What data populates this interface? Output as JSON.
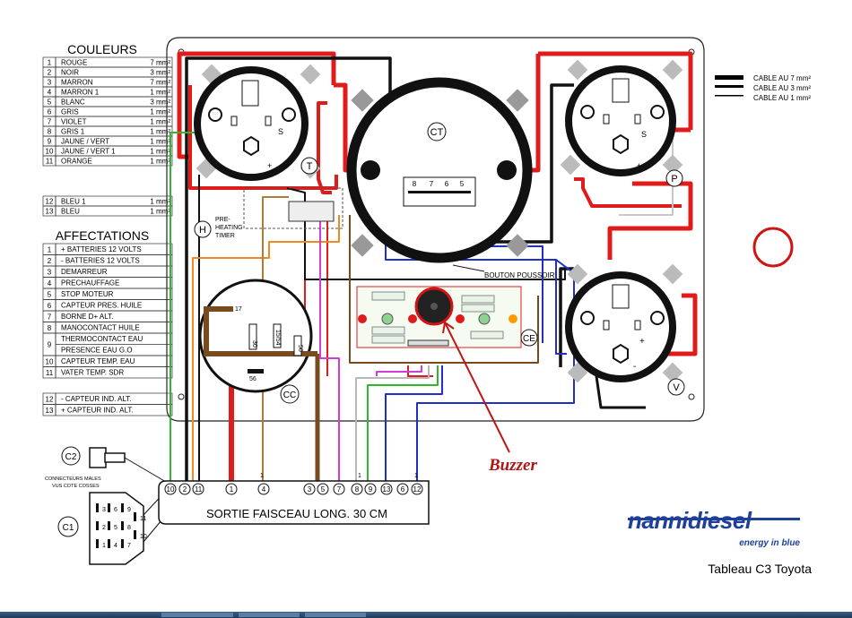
{
  "colours": {
    "title": "COULEURS",
    "rows": [
      {
        "n": "1",
        "name": "ROUGE",
        "size": "7 mm²"
      },
      {
        "n": "2",
        "name": "NOIR",
        "size": "3 mm²"
      },
      {
        "n": "3",
        "name": "MARRON",
        "size": "7 mm²"
      },
      {
        "n": "4",
        "name": "MARRON 1",
        "size": "1 mm²"
      },
      {
        "n": "5",
        "name": "BLANC",
        "size": "3 mm²"
      },
      {
        "n": "6",
        "name": "GRIS",
        "size": "1 mm²"
      },
      {
        "n": "7",
        "name": "VIOLET",
        "size": "1 mm²"
      },
      {
        "n": "8",
        "name": "GRIS 1",
        "size": "1 mm²"
      },
      {
        "n": "9",
        "name": "JAUNE / VERT",
        "size": "1 mm²"
      },
      {
        "n": "10",
        "name": "JAUNE / VERT 1",
        "size": "1 mm²"
      },
      {
        "n": "11",
        "name": "ORANGE",
        "size": "1 mm²"
      }
    ],
    "rows2": [
      {
        "n": "12",
        "name": "BLEU 1",
        "size": "1 mm²"
      },
      {
        "n": "13",
        "name": "BLEU",
        "size": "1 mm²"
      }
    ]
  },
  "affectations": {
    "title": "AFFECTATIONS",
    "rows": [
      {
        "n": "1",
        "name": "+ BATTERIES 12 VOLTS"
      },
      {
        "n": "2",
        "name": "- BATTERIES 12 VOLTS"
      },
      {
        "n": "3",
        "name": "DEMARREUR"
      },
      {
        "n": "4",
        "name": "PRECHAUFFAGE"
      },
      {
        "n": "5",
        "name": "STOP MOTEUR"
      },
      {
        "n": "6",
        "name": "CAPTEUR PRES. HUILE"
      },
      {
        "n": "7",
        "name": "BORNE D+ ALT."
      },
      {
        "n": "8",
        "name": "MANOCONTACT HUILE"
      },
      {
        "n": "9",
        "name": "THERMOCONTACT EAU",
        "name2": "PRESENCE EAU G.O"
      },
      {
        "n": "10",
        "name": "CAPTEUR TEMP. EAU"
      },
      {
        "n": "11",
        "name": "VATER TEMP. SDR"
      }
    ],
    "rows2": [
      {
        "n": "12",
        "name": "- CAPTEUR IND. ALT."
      },
      {
        "n": "13",
        "name": "+ CAPTEUR IND. ALT."
      }
    ]
  },
  "cable_legend": [
    "CABLE AU 7 mm²",
    "CABLE AU 3 mm²",
    "CABLE AU 1 mm²"
  ],
  "gauges": {
    "T": "T",
    "CT": "CT",
    "P": "P",
    "V": "V",
    "CC": "CC",
    "CE": "CE",
    "H": "H",
    "C1": "C1",
    "C2": "C2"
  },
  "pins": {
    "S": "S",
    "plus": "+",
    "minus": "-",
    "one": "1",
    "ct_pins": [
      "8",
      "7",
      "6",
      "5"
    ]
  },
  "labels": {
    "preheating": [
      "PRE-",
      "HEATING",
      "TIMER"
    ],
    "bouton": "BOUTON POUSSOIR",
    "connecteurs": [
      "CONNECTEURS MALES",
      "VUS COTE COSSES"
    ],
    "sortie": "SORTIE FAISCEAU LONG. 30 CM",
    "buzzer": "Buzzer",
    "cc_pins": [
      "17",
      "30",
      "15/54",
      "50",
      "56"
    ]
  },
  "sortie_pins": [
    "10",
    "2",
    "11",
    "1",
    "4",
    "3",
    "5",
    "7",
    "8",
    "9",
    "13",
    "6",
    "12"
  ],
  "c1_pins": [
    "3",
    "6",
    "9",
    "2",
    "5",
    "8",
    "11",
    "1",
    "4",
    "7",
    "10"
  ],
  "brand": {
    "name": "nannidiesel",
    "tagline": "energy in blue",
    "caption": "Tableau C3 Toyota"
  },
  "colors": {
    "red": "#e01b1b",
    "black": "#111111",
    "green": "#2fb82f",
    "blue": "#1f2fc8",
    "orange": "#f08a1e",
    "brown": "#7a4a1f",
    "violet": "#d23cd6",
    "grey": "#c8c8c8",
    "brand_blue": "#1e3f9a"
  }
}
